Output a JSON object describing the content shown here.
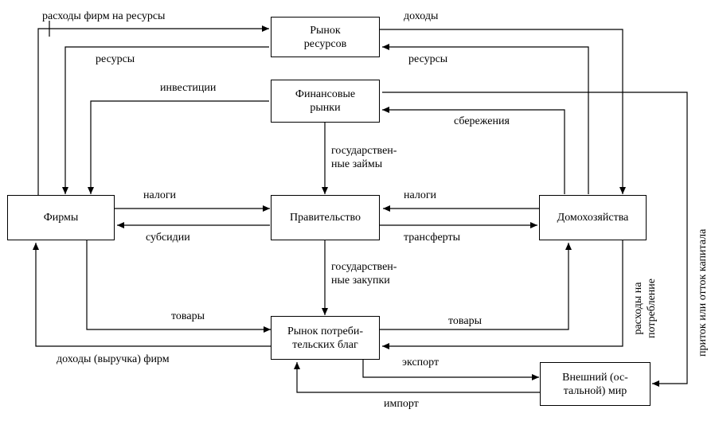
{
  "boxes": {
    "resource_market": "Рынок\nресурсов",
    "financial_markets": "Финансовые\nрынки",
    "firms": "Фирмы",
    "government": "Правительство",
    "households": "Домохозяйства",
    "consumer_market": "Рынок потреби-\nтельских благ",
    "external_world": "Внешний (ос-\nтальной) мир"
  },
  "labels": {
    "firm_resource_spending": "расходы фирм на ресурсы",
    "incomes": "доходы",
    "resources_left": "ресурсы",
    "resources_right": "ресурсы",
    "investment": "инвестиции",
    "savings": "сбережения",
    "gov_loans": "государствен-\nные займы",
    "taxes_firms": "налоги",
    "taxes_households": "налоги",
    "subsidies": "субсидии",
    "transfers": "трансферты",
    "gov_purchases": "государствен-\nные закупки",
    "goods_firms": "товары",
    "goods_households": "товары",
    "consumption_spending": "расходы на\nпотребление",
    "capital_flows": "приток или отток капитала",
    "firm_revenue": "доходы (выручка) фирм",
    "export": "экспорт",
    "import": "импорт"
  }
}
